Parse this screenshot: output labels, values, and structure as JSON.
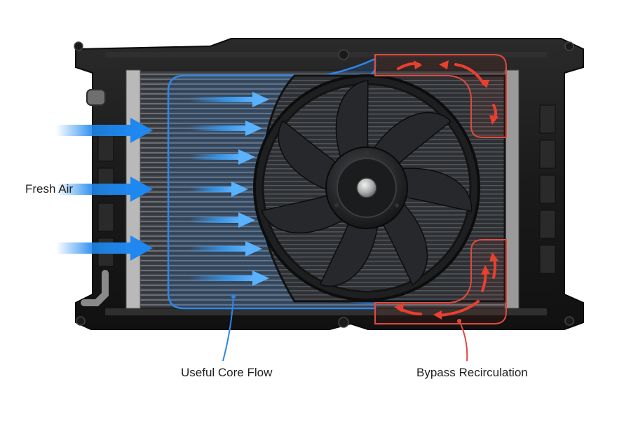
{
  "labels": {
    "fresh_air": "Fresh Air",
    "useful_core_flow": "Useful Core Flow",
    "bypass_recirculation": "Bypass Recirculation"
  },
  "colors": {
    "fresh_air_arrows": "#1e88f0",
    "core_flow_outline": "#2f86e8",
    "core_flow_arrows": "#3a9ef5",
    "bypass_outline": "#e04a3c",
    "bypass_arrows": "#e8402f",
    "frame": "#1c1c1c",
    "core": "#4a4d52",
    "fan": "#222426"
  },
  "icons": {
    "fresh_air_arrow": "arrow-right-icon",
    "bypass_arrow": "curved-arrow-icon"
  }
}
